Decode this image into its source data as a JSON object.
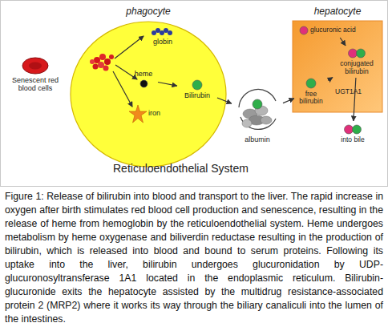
{
  "diagram": {
    "caption": "Figure 1: Release of bilirubin into blood and transport to the liver. The rapid increase in oxygen after birth stimulates red blood cell production and senescence, resulting in the release of heme from hemoglobin by the reticuloendothelial system. Heme undergoes metabolism by heme oxygenase and biliverdin reductase resulting in the production of bilirubin, which is released into blood and bound to serum proteins. Following its uptake into the liver, bilirubin undergoes glucuronidation by UDP-glucuronosyltransferase 1A1 located in the endoplasmic reticulum. Bilirubin-glucuronide exits the hepatocyte assisted by the multidrug resistance-associated protein 2 (MRP2) where it works its way through the biliary canaliculi into the lumen of the intestines.",
    "nodes": [
      {
        "text": [
          "Senescent red blood cells"
        ]
      },
      {
        "text": [
          "phagocyte"
        ]
      },
      {
        "text": [
          "globin"
        ],
        "in": 1
      },
      {
        "text": [
          "heme"
        ],
        "in": 1
      },
      {
        "text": [
          "iron"
        ],
        "in": 1
      },
      {
        "text": [
          "Bilirubin"
        ],
        "in": 1
      },
      {
        "text": [
          "albumin"
        ]
      },
      {
        "text": [
          "hepatocyte"
        ]
      },
      {
        "text": [
          "glucuronic acid"
        ],
        "in": 7
      },
      {
        "text": [
          "conjugated bilirubin"
        ],
        "in": 7
      },
      {
        "text": [
          "free bilirubin"
        ],
        "in": 7
      },
      {
        "text": [
          "into bile"
        ]
      }
    ],
    "edges": [
      {
        "from": 3,
        "to": 5,
        "arrow": "to"
      },
      {
        "from": 5,
        "to": 6,
        "arrow": "to"
      },
      {
        "from": 6,
        "to": 10,
        "arrow": "to"
      },
      {
        "from": 10,
        "to": 9,
        "label": "UGT1A1",
        "arrow": "to"
      },
      {
        "from": 8,
        "to": 9,
        "arrow": "to"
      },
      {
        "from": 9,
        "to": 11,
        "arrow": "to"
      }
    ],
    "labels": [
      "Reticuloendothelial System"
    ]
  }
}
